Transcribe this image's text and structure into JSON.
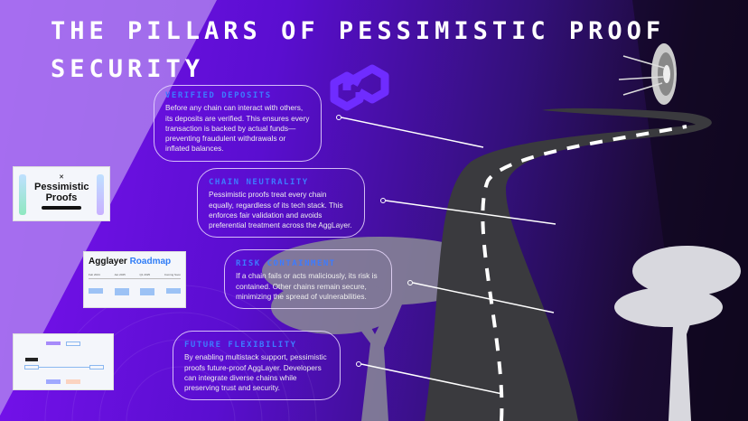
{
  "title": "The Pillars of Pessimistic Proof Security",
  "pillars": [
    {
      "heading": "Verified Deposits",
      "text": "Before any chain can interact with others, its deposits are verified. This ensures every transaction is backed by actual funds—preventing fraudulent withdrawals or inflated balances."
    },
    {
      "heading": "Chain Neutrality",
      "text": "Pessimistic proofs treat every chain equally, regardless of its tech stack. This enforces fair validation and avoids preferential treatment across the AggLayer."
    },
    {
      "heading": "Risk Containment",
      "text": "If a chain fails or acts maliciously, its risk is contained. Other chains remain secure, minimizing the spread of vulnerabilities."
    },
    {
      "heading": "Future Flexibility",
      "text": "By enabling multistack support, pessimistic proofs future-proof AggLayer. Developers can integrate diverse chains while preserving trust and security."
    }
  ],
  "thumbnails": {
    "pessimistic": {
      "title": "Pessimistic Proofs"
    },
    "roadmap": {
      "title_a": "Agglayer",
      "title_b": "Roadmap",
      "cols": [
        "Feb 2024",
        "Jan 2025",
        "Q1 2025",
        "Coming Soon"
      ]
    }
  },
  "colors": {
    "accent": "#3d7bff",
    "bg": "#5a0ed0"
  }
}
